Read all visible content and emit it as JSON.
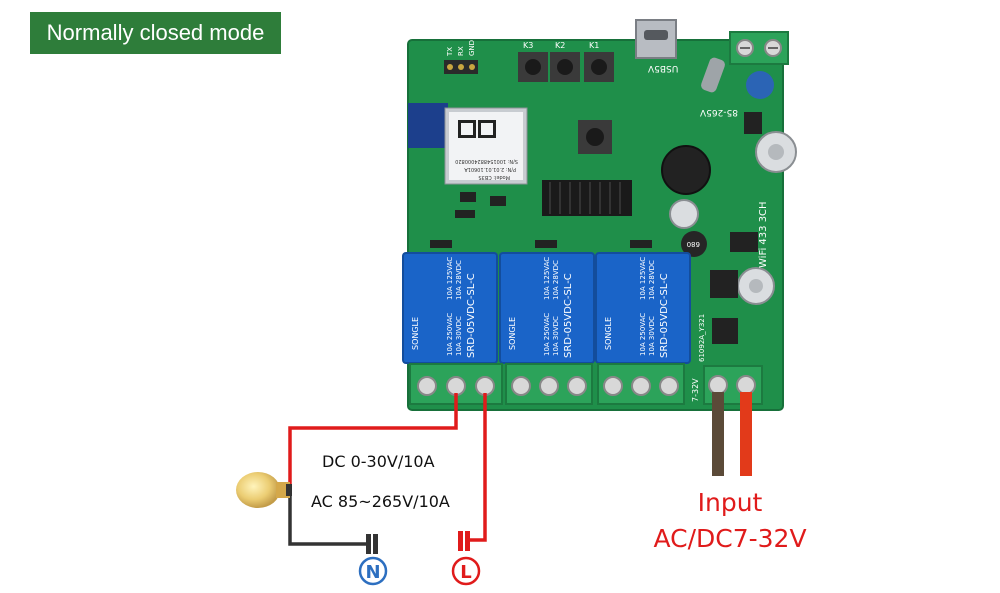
{
  "mode_label": "Normally closed mode",
  "board": {
    "pin_labels": [
      "TX",
      "RX",
      "GND"
    ],
    "button_labels": [
      "K3",
      "K2",
      "K1"
    ],
    "usb_label": "USB5V",
    "supply_label": "85-265V",
    "edge_label": "WiFi 433 3CH",
    "inductor_label": "680",
    "terminal_voltage_label": "7-32V",
    "pcb_code": "61092A_Y321",
    "module": {
      "model": "Model: CB3S",
      "pin": "P/N: 2.01.01.10601A",
      "sn": "S/N: 1001548824000820"
    },
    "relay": {
      "brand": "SONGLE",
      "model": "SRD-05VDC-SL-C",
      "ratings": [
        "10A 250VAC",
        "10A 125VAC",
        "10A 30VDC",
        "10A 28VDC"
      ]
    }
  },
  "load_specs": {
    "dc": "DC 0-30V/10A",
    "ac": "AC 85~265V/10A"
  },
  "terminals": {
    "neutral": "N",
    "live": "L"
  },
  "input": {
    "title": "Input",
    "range": "AC/DC7-32V"
  },
  "colors": {
    "board": "#1f8f4a",
    "badge": "#2e7d3a",
    "relay": "#1a64c8",
    "terminal": "#2ca35a",
    "live_wire": "#e01b1b",
    "neutral_wire": "#333333",
    "neutral_symbol": "#2d6fc0",
    "live_symbol": "#e01b1b"
  }
}
